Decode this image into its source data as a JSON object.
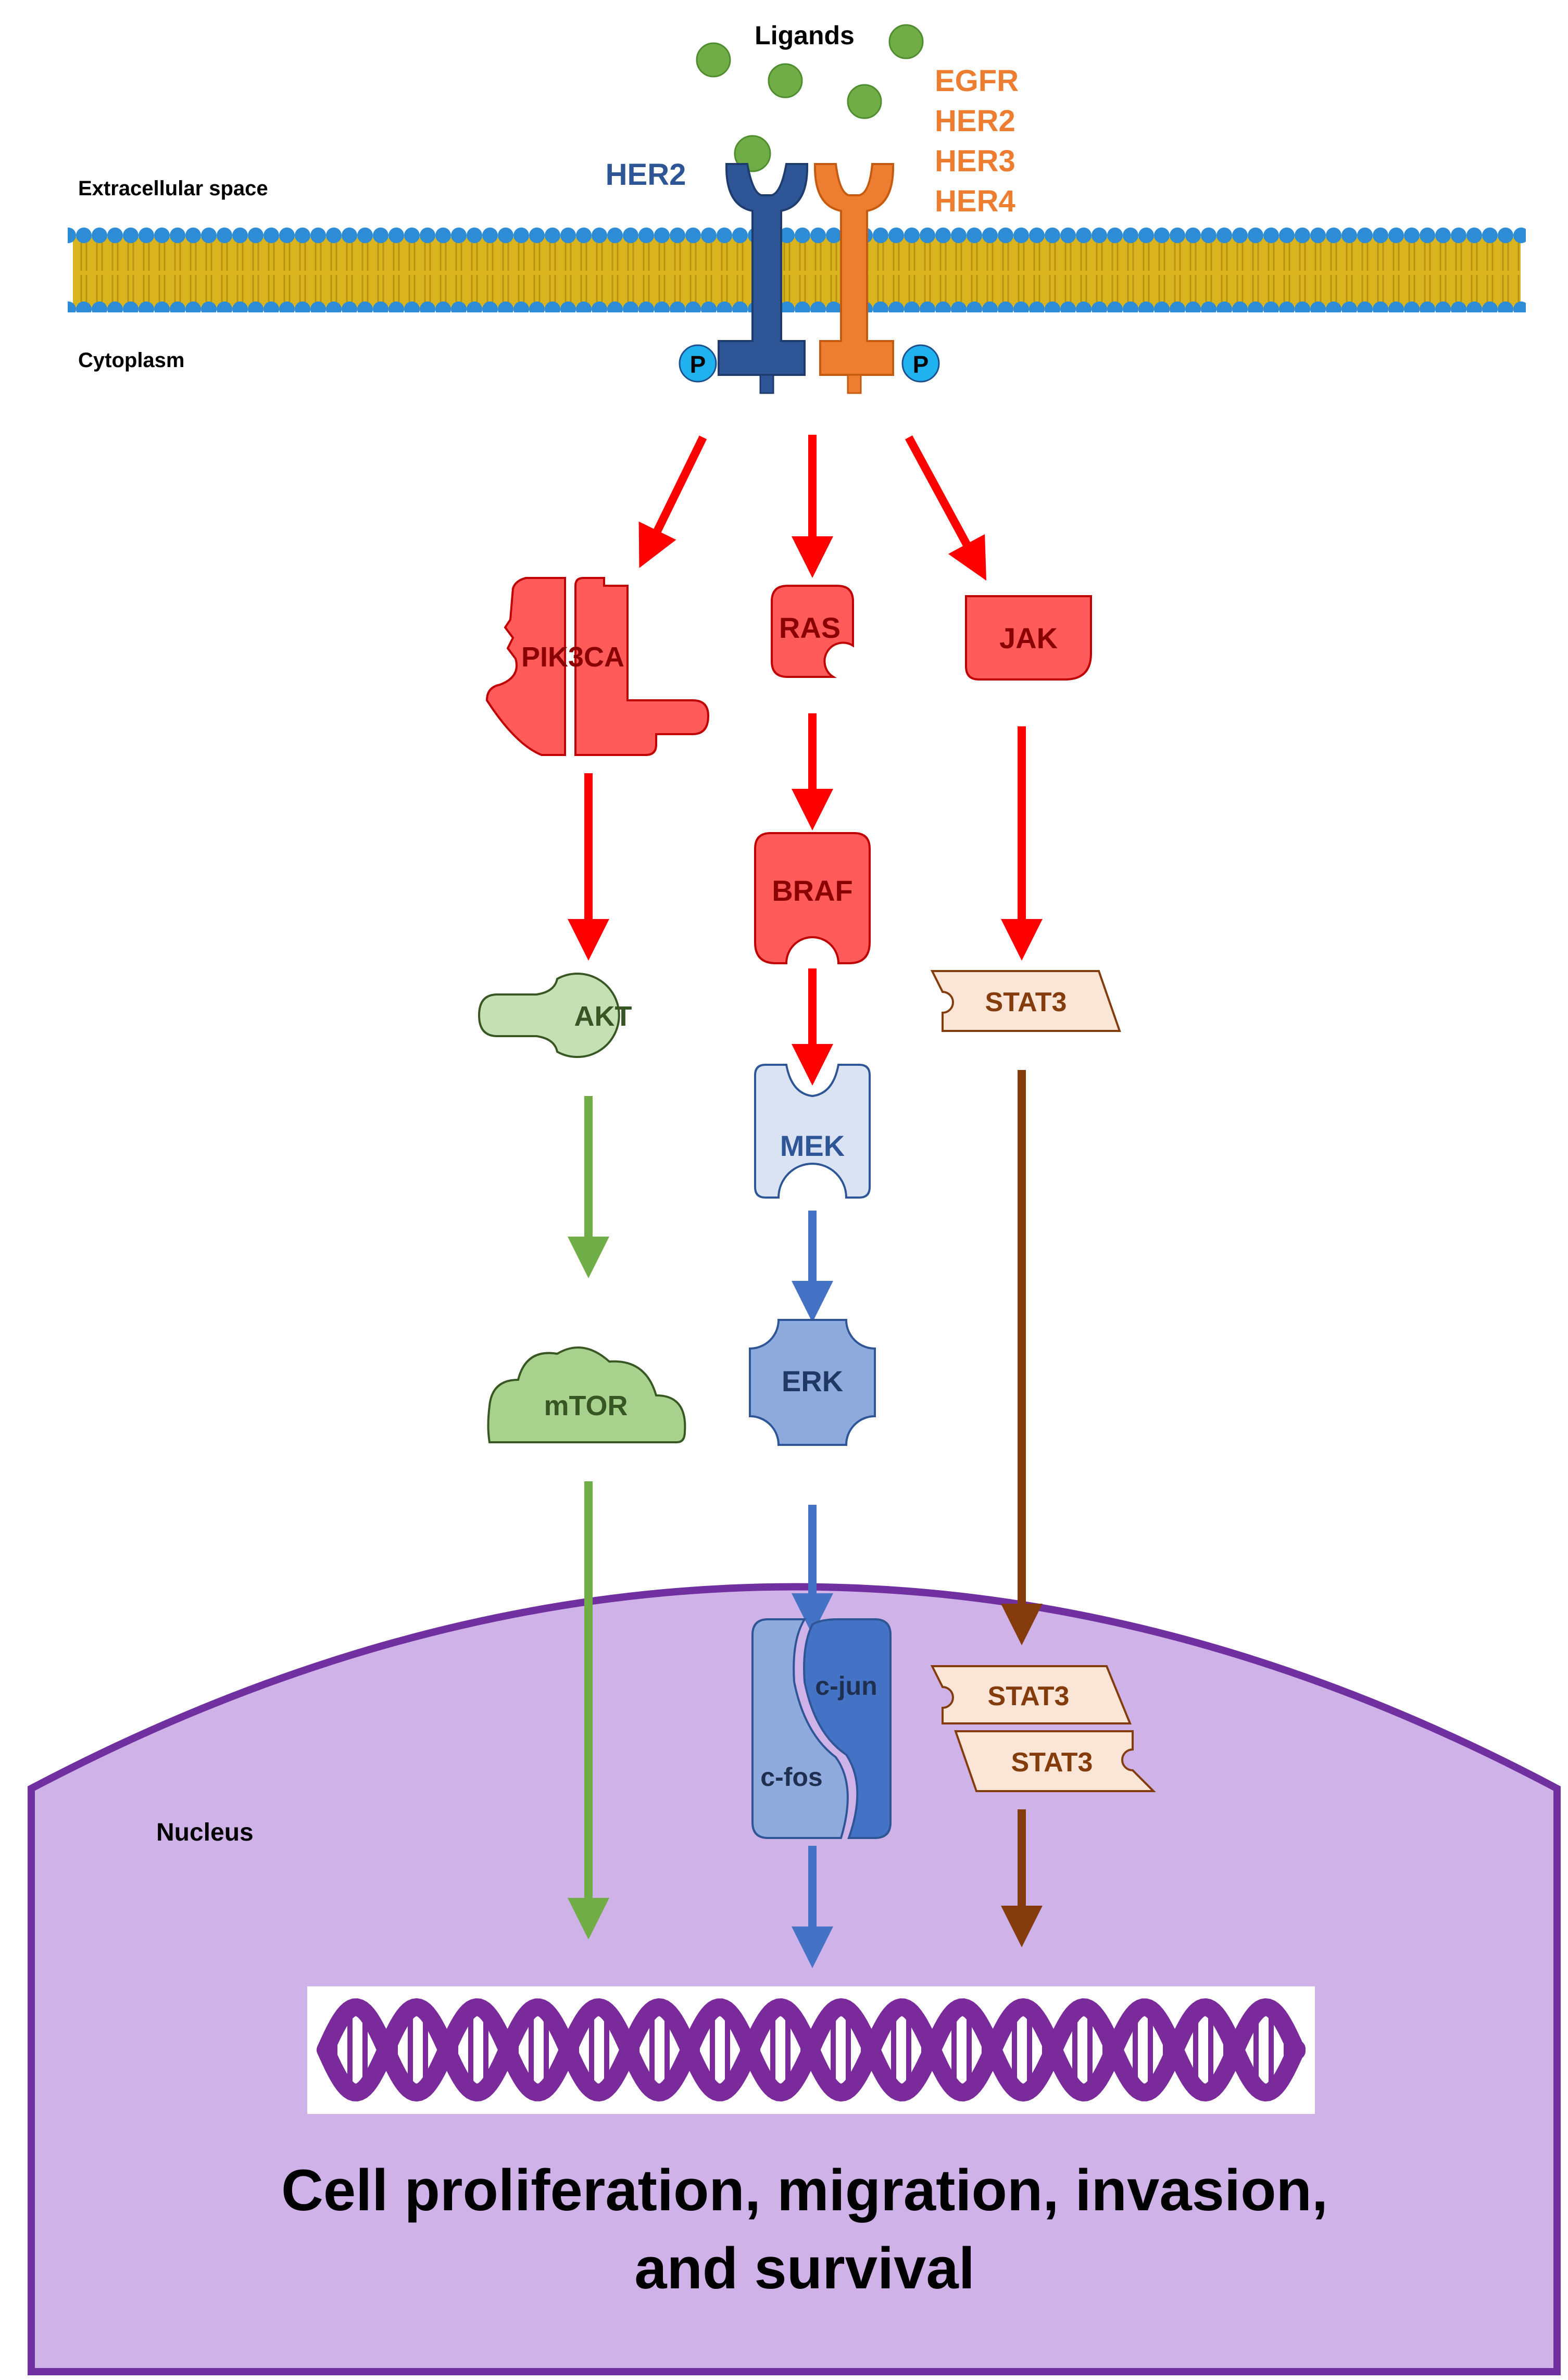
{
  "labels": {
    "ligands": "Ligands",
    "extracellular": "Extracellular space",
    "cytoplasm": "Cytoplasm",
    "nucleus": "Nucleus",
    "her2_left": "HER2",
    "partners": [
      "EGFR",
      "HER2",
      "HER3",
      "HER4"
    ],
    "phospho": "P"
  },
  "nodes": {
    "pik3ca": "PIK3CA",
    "ras": "RAS",
    "jak": "JAK",
    "braf": "BRAF",
    "akt": "AKT",
    "stat3": "STAT3",
    "mek": "MEK",
    "mtor": "mTOR",
    "erk": "ERK",
    "cjun": "c-jun",
    "cfos": "c-fos",
    "stat3_dimer_a": "STAT3",
    "stat3_dimer_b": "STAT3"
  },
  "outcome": {
    "line1": "Cell proliferation, migration, invasion,",
    "line2": "and survival"
  },
  "colors": {
    "membrane_gold": "#d9b41e",
    "membrane_blue": "#2e8bd6",
    "her2_blue": "#2e5596",
    "partner_orange": "#ed7d31",
    "ligand_green": "#70ad47",
    "phospho_cyan": "#20b2ee",
    "red_node": "#ff5b5b",
    "red_arrow": "#ff0000",
    "green_arrow": "#70ad47",
    "blue_arrow": "#4472c4",
    "brown_arrow": "#843c0c",
    "nucleus_fill": "#cfb2e8",
    "nucleus_stroke": "#7030a0",
    "dna_purple": "#7a2a9a"
  }
}
